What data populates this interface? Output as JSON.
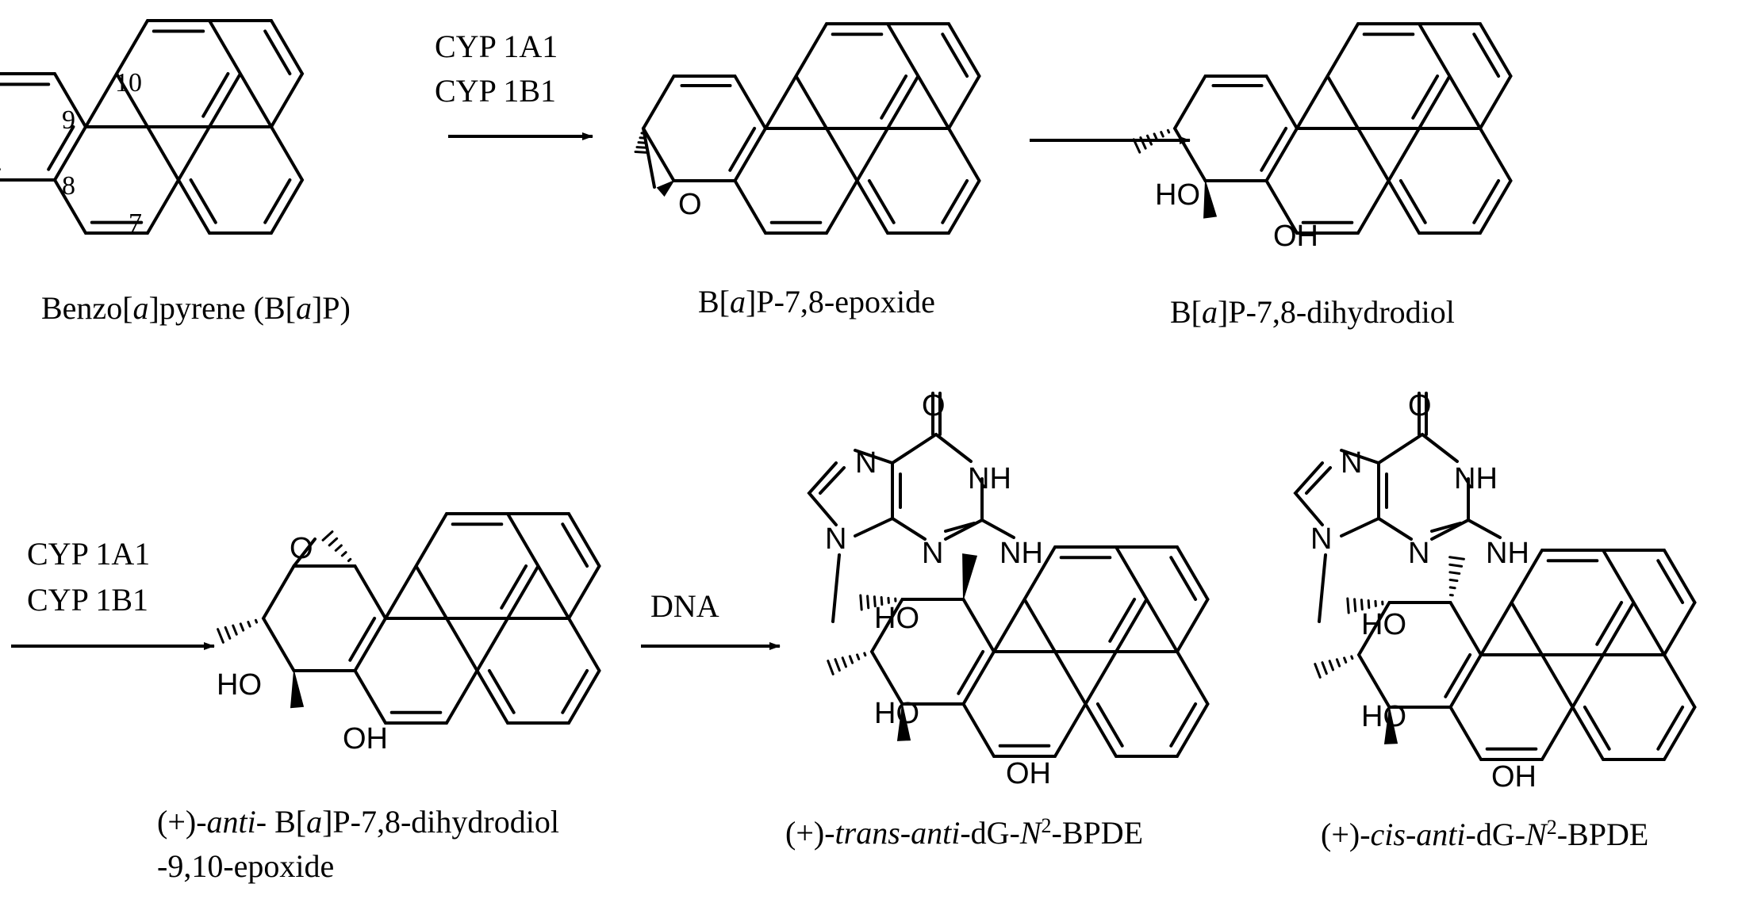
{
  "reagents": {
    "step1_line1": "CYP 1A1",
    "step1_line2": "CYP 1B1",
    "step3_line1": "CYP 1A1",
    "step3_line2": "CYP 1B1",
    "step4": "DNA"
  },
  "positions": {
    "p7": "7",
    "p8": "8",
    "p9": "9",
    "p10": "10"
  },
  "compounds": {
    "bap": {
      "pre": "Benzo[",
      "i1": "a",
      "mid": "]pyrene (B[",
      "i2": "a",
      "post": "]P)"
    },
    "epoxide": {
      "pre": "B[",
      "i1": "a",
      "post": "]P-7,8-epoxide"
    },
    "diol": {
      "pre": "B[",
      "i1": "a",
      "post": "]P-7,8-dihydrodiol"
    },
    "bpde": {
      "pre": "(+)-",
      "i1": "anti",
      "mid": "- B[",
      "i2": "a",
      "post": "]P-7,8-dihydrodiol",
      "line2": "-9,10-epoxide"
    },
    "trans": {
      "pre": "(+)-",
      "i1": "trans-anti",
      "mid": "-dG-",
      "i2": "N",
      "sup": "2",
      "post": "-BPDE"
    },
    "cis": {
      "pre": "(+)-",
      "i1": "cis-anti",
      "mid": "-dG-",
      "i2": "N",
      "sup": "2",
      "post": "-BPDE"
    }
  },
  "atoms": {
    "O": "O",
    "OH": "OH",
    "HO": "HO",
    "N": "N",
    "NH": "NH",
    "H": "H"
  },
  "colors": {
    "ink": "#000000",
    "background": "#ffffff"
  }
}
